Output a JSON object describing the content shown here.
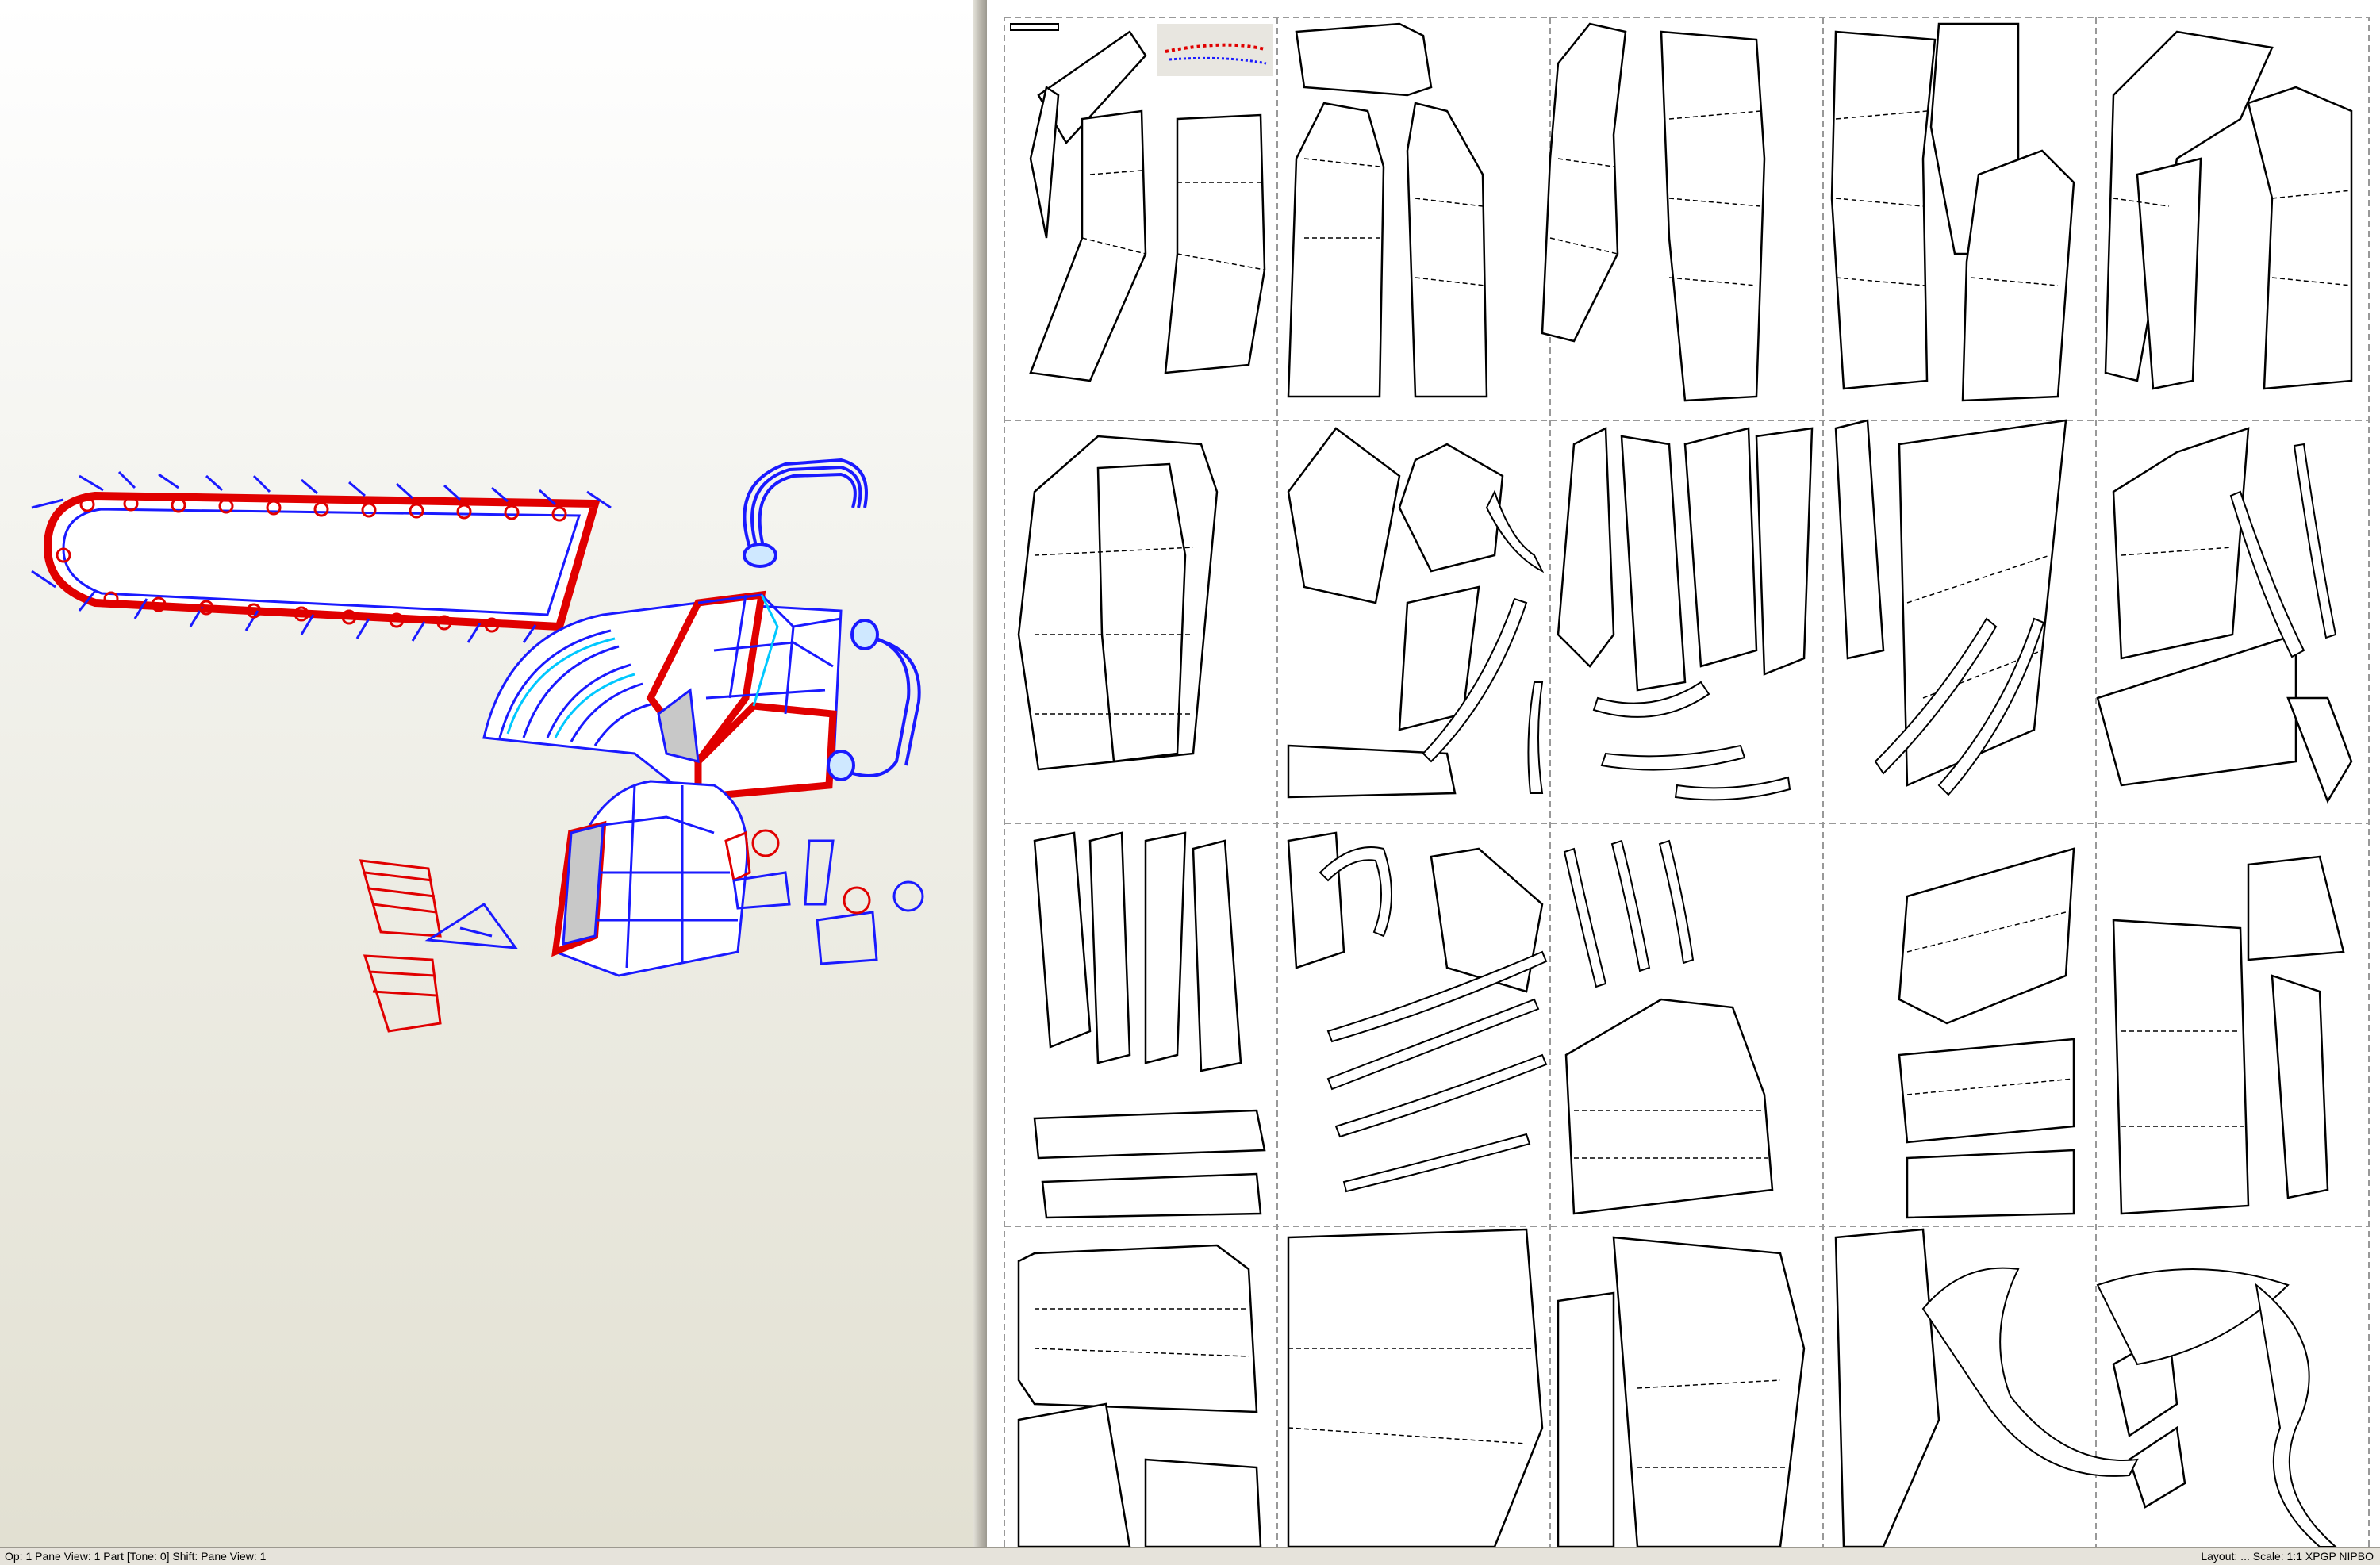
{
  "app": {
    "left_view": "3D View",
    "right_view": "2D Pattern View"
  },
  "status": {
    "left": "Op: 1 Pane  View: 1 Part  [Tone: 0]  Shift: Pane  View: 1",
    "right": "Layout: ... Scale: 1:1  XPGP  NIPBO"
  },
  "colors": {
    "fold_edge": "#1a1aff",
    "cut_edge": "#e00000",
    "inner_edge": "#00c8ff",
    "sheet_border": "#999999"
  },
  "sheets": {
    "columns": 5,
    "rows": 4
  }
}
